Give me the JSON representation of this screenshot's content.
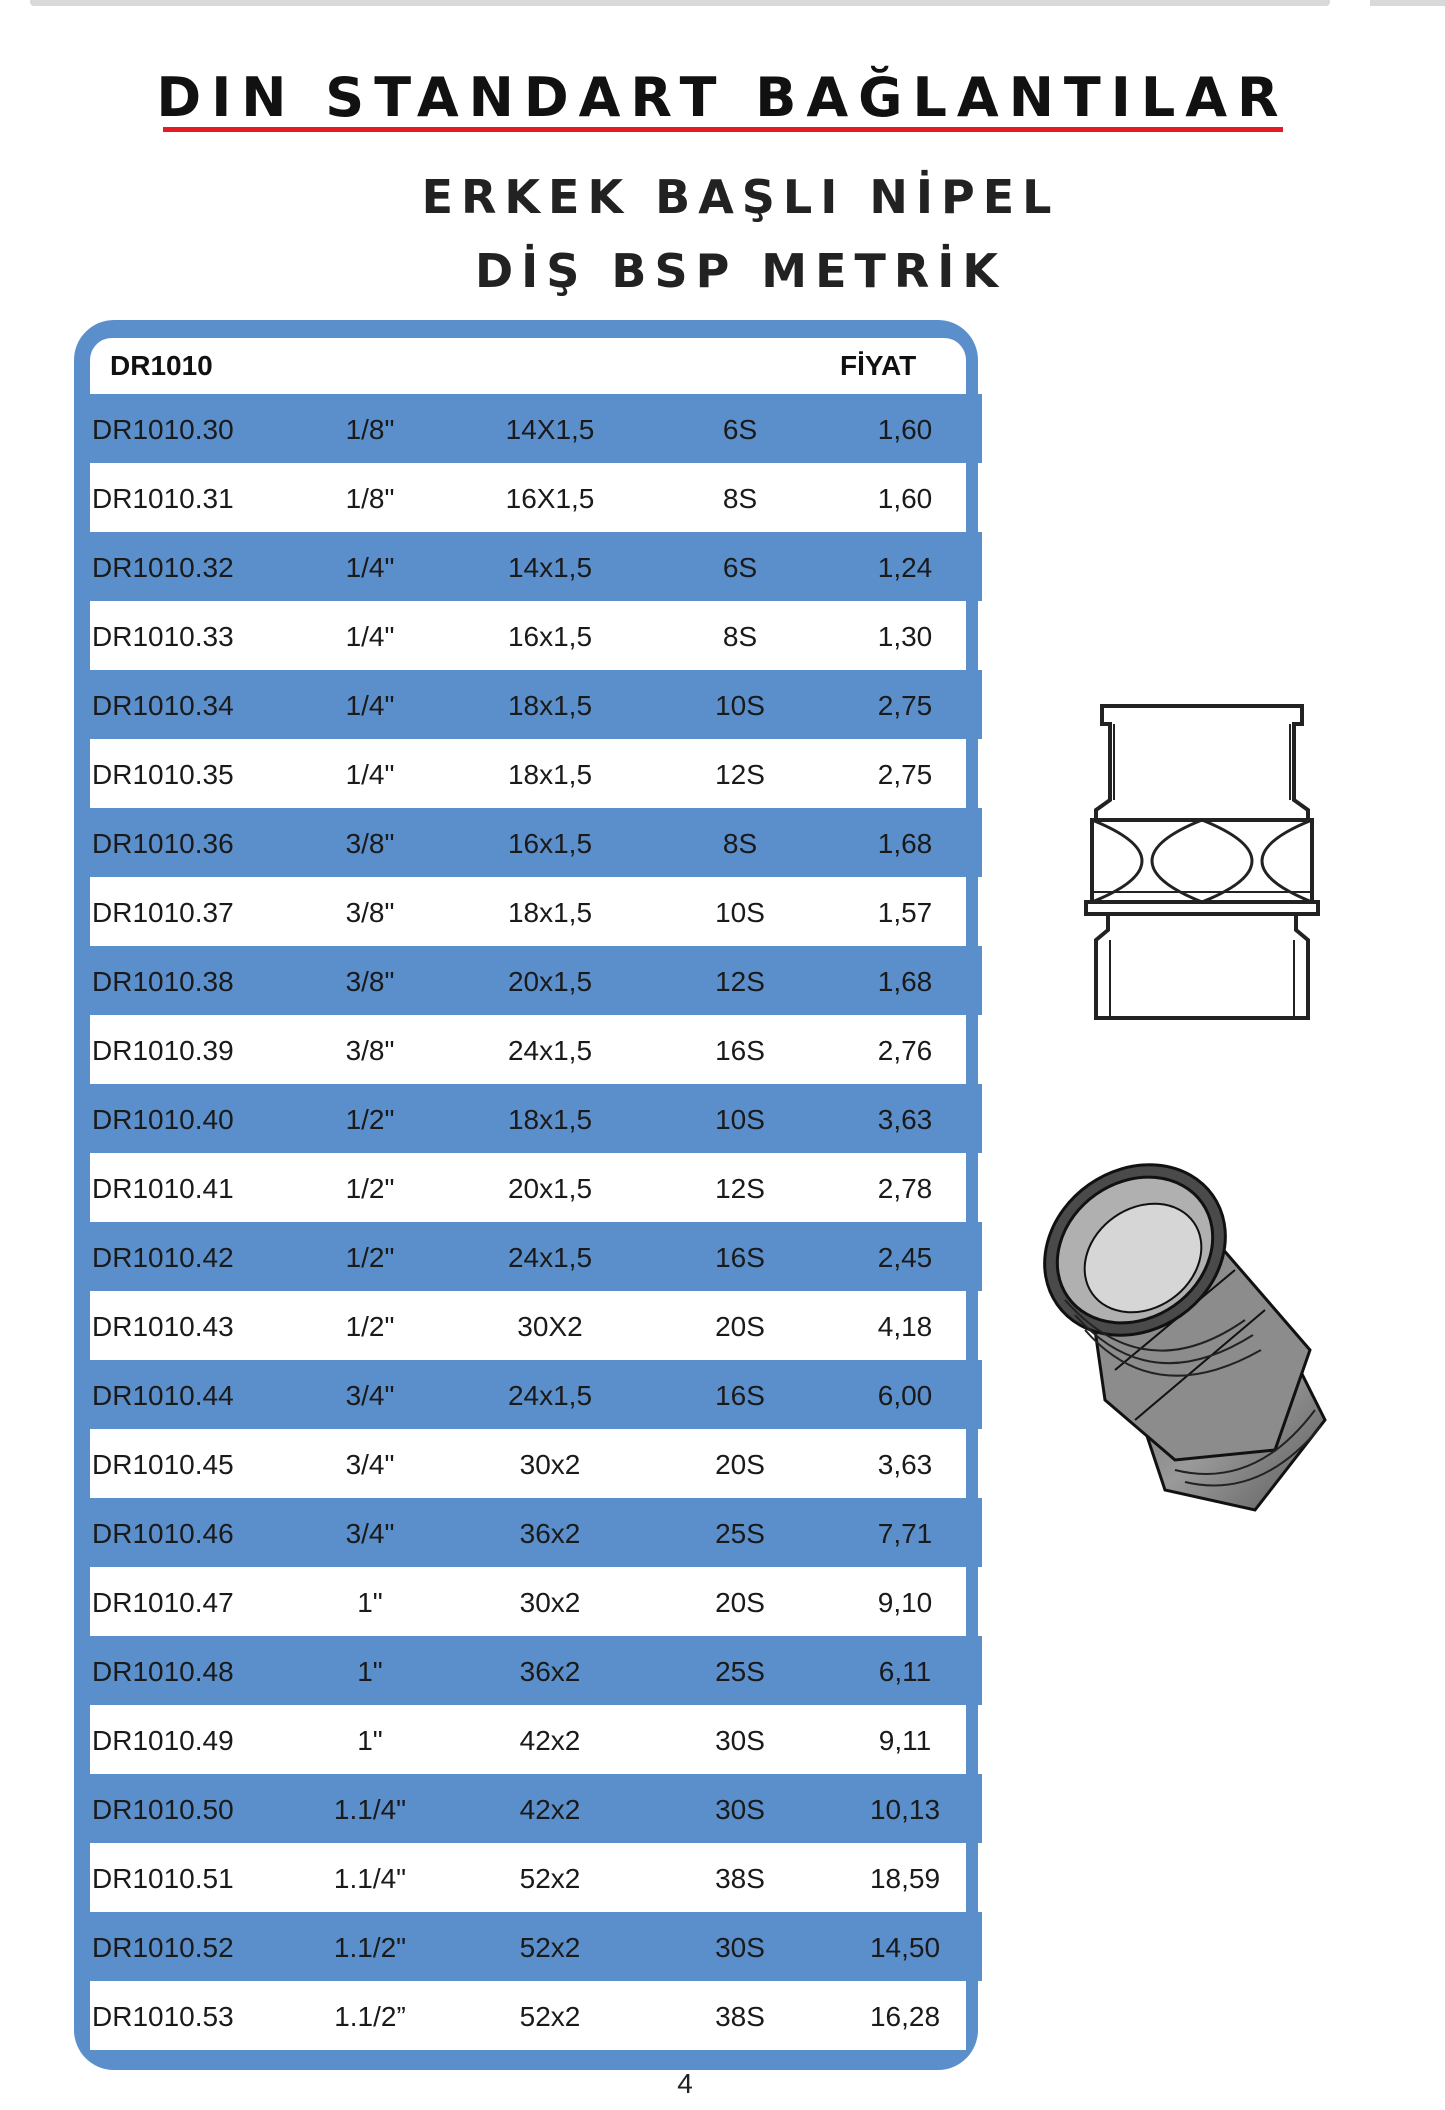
{
  "header": {
    "main_title": "DIN STANDART BAĞLANTILAR",
    "subtitle_line1": "ERKEK BAŞLI NİPEL",
    "subtitle_line2": "DİŞ BSP METRİK"
  },
  "table": {
    "code_header": "DR1010",
    "price_header": "FİYAT",
    "rows": [
      [
        "DR1010.30",
        "1/8\"",
        "14X1,5",
        "6S",
        "1,60"
      ],
      [
        "DR1010.31",
        "1/8\"",
        "16X1,5",
        "8S",
        "1,60"
      ],
      [
        "DR1010.32",
        "1/4\"",
        "14x1,5",
        "6S",
        "1,24"
      ],
      [
        "DR1010.33",
        "1/4\"",
        "16x1,5",
        "8S",
        "1,30"
      ],
      [
        "DR1010.34",
        "1/4\"",
        "18x1,5",
        "10S",
        "2,75"
      ],
      [
        "DR1010.35",
        "1/4\"",
        "18x1,5",
        "12S",
        "2,75"
      ],
      [
        "DR1010.36",
        "3/8\"",
        "16x1,5",
        "8S",
        "1,68"
      ],
      [
        "DR1010.37",
        "3/8\"",
        "18x1,5",
        "10S",
        "1,57"
      ],
      [
        "DR1010.38",
        "3/8\"",
        "20x1,5",
        "12S",
        "1,68"
      ],
      [
        "DR1010.39",
        "3/8\"",
        "24x1,5",
        "16S",
        "2,76"
      ],
      [
        "DR1010.40",
        "1/2\"",
        "18x1,5",
        "10S",
        "3,63"
      ],
      [
        "DR1010.41",
        "1/2\"",
        "20x1,5",
        "12S",
        "2,78"
      ],
      [
        "DR1010.42",
        "1/2\"",
        "24x1,5",
        "16S",
        "2,45"
      ],
      [
        "DR1010.43",
        "1/2\"",
        "30X2",
        "20S",
        "4,18"
      ],
      [
        "DR1010.44",
        "3/4\"",
        "24x1,5",
        "16S",
        "6,00"
      ],
      [
        "DR1010.45",
        "3/4\"",
        "30x2",
        "20S",
        "3,63"
      ],
      [
        "DR1010.46",
        "3/4\"",
        "36x2",
        "25S",
        "7,71"
      ],
      [
        "DR1010.47",
        "1\"",
        "30x2",
        "20S",
        "9,10"
      ],
      [
        "DR1010.48",
        "1\"",
        "36x2",
        "25S",
        "6,11"
      ],
      [
        "DR1010.49",
        "1\"",
        "42x2",
        "30S",
        "9,11"
      ],
      [
        "DR1010.50",
        "1.1/4\"",
        "42x2",
        "30S",
        "10,13"
      ],
      [
        "DR1010.51",
        "1.1/4\"",
        "52x2",
        "38S",
        "18,59"
      ],
      [
        "DR1010.52",
        "1.1/2\"",
        "52x2",
        "30S",
        "14,50"
      ],
      [
        "DR1010.53",
        "1.1/2”",
        "52x2",
        "38S",
        "16,28"
      ]
    ]
  },
  "colors": {
    "accent_blue": "#5b8fcb",
    "rule_red": "#e31b23"
  },
  "images": {
    "technical_drawing": "nipple-technical-drawing-icon",
    "product_render": "nipple-3d-render-icon"
  },
  "footer": {
    "page_number": "4"
  }
}
